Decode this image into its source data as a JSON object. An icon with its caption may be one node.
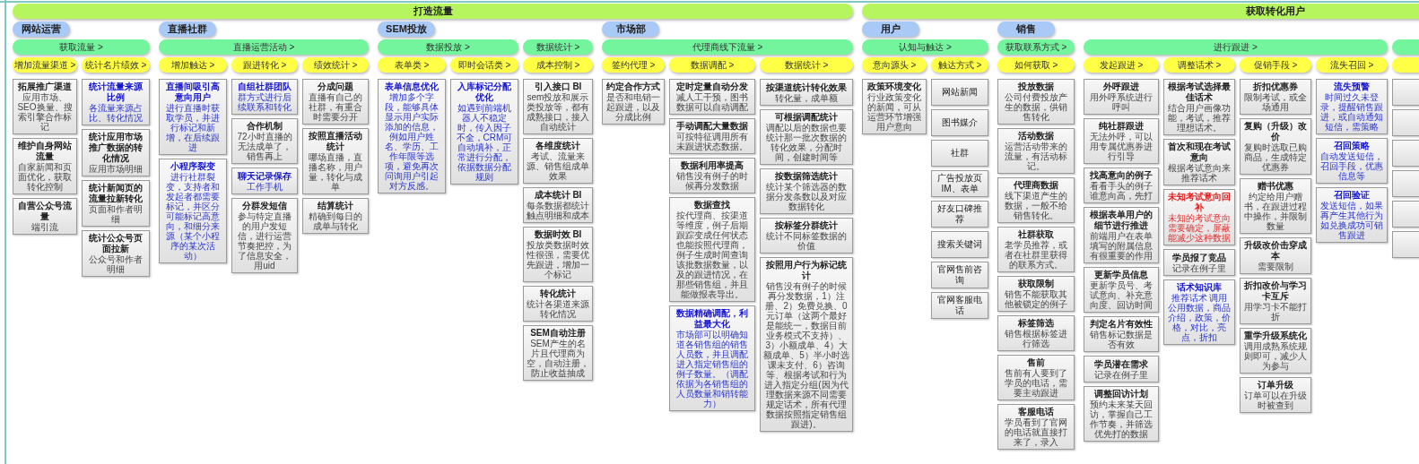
{
  "diagram": {
    "nodes": [
      {
        "text": [
          "打造流量"
        ]
      },
      {
        "text": [
          "获取转化用户"
        ]
      },
      {
        "text": [
          "网站运营"
        ]
      },
      {
        "text": [
          "直播社群"
        ]
      },
      {
        "text": [
          "SEM投放"
        ]
      },
      {
        "text": [
          "市场部"
        ]
      },
      {
        "text": [
          "用户"
        ]
      },
      {
        "text": [
          "销售"
        ]
      },
      {
        "text": [
          "获取流量 >"
        ]
      },
      {
        "text": [
          "直播运营活动 >"
        ]
      },
      {
        "text": [
          "数据投放 >"
        ]
      },
      {
        "text": [
          "数据统计 >"
        ]
      },
      {
        "text": [
          "代理商线下流量 >"
        ]
      },
      {
        "text": [
          "认知与触达 >"
        ]
      },
      {
        "text": [
          "获取联系方式 >"
        ]
      },
      {
        "text": [
          "进行跟进 >"
        ]
      },
      {
        "text": [],
        "shape": "box"
      },
      {
        "text": [
          "增加流量渠道 >"
        ]
      },
      {
        "text": [
          "统计名片绩效 >"
        ]
      },
      {
        "text": [
          "增加触达 >"
        ]
      },
      {
        "text": [
          "跟进转化 >"
        ]
      },
      {
        "text": [
          "绩效统计 >"
        ]
      },
      {
        "text": [
          "表单类 >"
        ]
      },
      {
        "text": [
          "即时会话类 >"
        ]
      },
      {
        "text": [
          "成本控制 >"
        ]
      },
      {
        "text": [
          "签约代理 >"
        ]
      },
      {
        "text": [
          "数据调配 >"
        ]
      },
      {
        "text": [
          "数据统计 >"
        ]
      },
      {
        "text": [
          "意向源头 >"
        ]
      },
      {
        "text": [
          "触达方式 >"
        ]
      },
      {
        "text": [
          "如何获取 >"
        ]
      },
      {
        "text": [
          "发起跟进 >"
        ]
      },
      {
        "text": [
          "调整话术 >"
        ]
      },
      {
        "text": [
          "促销手段 >"
        ]
      },
      {
        "text": [
          "流失召回 >"
        ]
      },
      {
        "text": [],
        "shape": "box"
      },
      {
        "text": [
          "拓展推广渠道",
          "应用市场、SEO换量、搜索引擎合作标记"
        ]
      },
      {
        "text": [
          "维护自身网站流量",
          "自家新闻和页面优化，获取转化控制"
        ]
      },
      {
        "text": [
          "自营公众号流量",
          "端引流"
        ]
      },
      {
        "text": [
          "统计流量来源比例",
          "各流量来源占比、转化情况"
        ]
      },
      {
        "text": [
          "统计应用市场推广数据的转化情况",
          "应用市场明细"
        ]
      },
      {
        "text": [
          "统计新闻页的流量拉新转化",
          "页面和作者明细"
        ]
      },
      {
        "text": [
          "统计公众号页面拉新",
          "公众号和作者明细"
        ]
      },
      {
        "text": [
          "直播间吸引高意向用户",
          "进行直播时获取学员，并进行标记和新增，在后续跟进"
        ]
      },
      {
        "text": [
          "小程序裂变",
          "进行社群裂变，支持者和发起者都需要标记，并区分可能标记高意向，和细分来源（某个小程序的某次活动）"
        ]
      },
      {
        "text": [
          "自组社群团队",
          "群方式进行后续联系和转化"
        ]
      },
      {
        "text": [
          "合作机制",
          "72小时直播的无法成单了，销售再上"
        ]
      },
      {
        "text": [
          "聊天记录保存",
          "工作手机"
        ]
      },
      {
        "text": [
          "分群发短信",
          "参与特定直播的用户发短信，进行运营节奏把控，为了信息安全，用uid"
        ]
      },
      {
        "text": [
          "分成问题",
          "直播有自己的社群，有重合时需要分开"
        ]
      },
      {
        "text": [
          "按照直播活动统计",
          "哪场直播，直播名称，用户量，转化与成单"
        ]
      },
      {
        "text": [
          "结算统计",
          "精确到每日的成单与转化"
        ]
      },
      {
        "text": [
          "表单信息优化",
          "增加多个字段，能够具体显示用户实际添加的信息，例如用户姓名、学历、工作年限等选项，避免再次问询用户引起对方反感。"
        ]
      },
      {
        "text": [
          "入库标记分配优化",
          "如遇到前端机器人不稳定时，传入因子不全，CRM可自动填补，正常进行分配，依据数据分配规则"
        ]
      },
      {
        "text": [
          "引入接口 BI",
          "sem投放和展示类投放等，都有成熟接口，接入自动统计"
        ]
      },
      {
        "text": [
          "各维度统计",
          "考试、流量来源、销售组成单效果"
        ]
      },
      {
        "text": [
          "成本统计 BI",
          "每条数据都统计触点明细和成本"
        ]
      },
      {
        "text": [
          "数据时效 BI",
          "投放类数据时效性很强，需要优先跟进，增加一个标记"
        ]
      },
      {
        "text": [
          "转化统计",
          "统计各渠道来源转化情况"
        ]
      },
      {
        "text": [
          "SEM自动注册",
          "SEM产生的名片且代理商为空，自动注册，防止收益抽成"
        ]
      },
      {
        "text": [
          "约定合作方式",
          "是否和电销一起跟进，以及分成比例"
        ]
      },
      {
        "text": [
          "定时定量自动分发",
          "减人工干预，图书数据可以自动调配"
        ]
      },
      {
        "text": [
          "手动调配大量数据",
          "可按特征调用所有未跟进状态数据。"
        ]
      },
      {
        "text": [
          "数据利用率提高",
          "销售没有例子的时候再分发数据"
        ]
      },
      {
        "text": [
          "数据查找",
          "按代理商、按渠道等维度，例子后期跟踪变成任何状态也能按照代理商，例子生成时间查询该批数据数量，以及的跟进情况，在那些销售组，并且能做报表导出。"
        ]
      },
      {
        "text": [
          "数据精确调配，利益最大化",
          "市场部可以明确知道各销售组的销售人员数，并且调配进入指定销售组的例子数量。（调配依据为各销售组的人员数量和销转能力）"
        ]
      },
      {
        "text": [
          "按渠道统计转化效果",
          "转化量，成单额"
        ]
      },
      {
        "text": [
          "可根据调配统计",
          "调配以后的数据也要统计那一批次数据的转化效果，分配时间，创建时间等"
        ]
      },
      {
        "text": [
          "按数据筛选统计",
          "统计某个筛选器的数据分发条数以及对应数据转化"
        ]
      },
      {
        "text": [
          "按标签分群统计",
          "统计不同标签数据的价值"
        ]
      },
      {
        "text": [
          "按照用户行为标记统计",
          "销售没有例子的时候再分发数据，1）注册、2）免费兑换、0元订单（这两个最好是能统一，数据目前业务模式不支持）、3）小额成单、4）大额成单、5）半小时选课未支付、6）咨询等、根据考试和行为进入指定分组(因为代理数据来源不同需要规定话术，所有代理数据按照指定销售组跟进)。"
        ]
      },
      {
        "text": [
          "政策环境变化",
          "行业政策变化的新闻，可从运营环节增强用户意向"
        ]
      },
      {
        "text": [
          "网站新闻"
        ]
      },
      {
        "text": [
          "图书媒介"
        ]
      },
      {
        "text": [
          "社群"
        ]
      },
      {
        "text": [
          "广告投放页 IM、表单"
        ]
      },
      {
        "text": [
          "好友口碑推荐"
        ]
      },
      {
        "text": [
          "搜索关键词"
        ]
      },
      {
        "text": [
          "官网售前咨询"
        ]
      },
      {
        "text": [
          "官网客服电话"
        ]
      },
      {
        "text": [
          "投放数据",
          "公司付费投放产生的数据，供销售转化"
        ]
      },
      {
        "text": [
          "活动数据",
          "运营活动带来的流量，有活动标记。"
        ]
      },
      {
        "text": [
          "代理商数据",
          "线下渠道产生的数据，一般不给销售转化。"
        ]
      },
      {
        "text": [
          "社群获取",
          "老学员推荐，或者在社群里获得的联系方式。"
        ]
      },
      {
        "text": [
          "获取限制",
          "销售不能获取其他被锁定的例子"
        ]
      },
      {
        "text": [
          "标签筛选",
          "销售根据标签进行筛选"
        ]
      },
      {
        "text": [
          "售前",
          "售前有人要到了学员的电话，需要主动跟进"
        ]
      },
      {
        "text": [
          "客服电话",
          "学员看到了官网的电话就直接打来了，录入"
        ]
      },
      {
        "text": [
          "外呼跟进",
          "用外呼系统进行呼叫"
        ]
      },
      {
        "text": [
          "纯社群跟进",
          "无法外呼，可以用专属优惠券进行引导"
        ]
      },
      {
        "text": [
          "找高意向的例子",
          "看看手头的例子谁意向高，先打"
        ]
      },
      {
        "text": [
          "根据表单用户的细节进行推进",
          "前端用户在表单填写的附属信息有很重要的作用"
        ]
      },
      {
        "text": [
          "更新学员信息",
          "更新学员号、考试意向、补充意向度、回访时间"
        ]
      },
      {
        "text": [
          "判定名片有效性",
          "销售标记数据是否有效"
        ]
      },
      {
        "text": [
          "学员潜在需求",
          "记录在例子里"
        ]
      },
      {
        "text": [
          "调整回访计划",
          "预约未来某天回访，掌握自己工作节奏，并筛选优先打的数据"
        ]
      },
      {
        "text": [
          "根据考试选择最佳话术",
          "结合用户画像功能，考试，推荐理想话术。"
        ]
      },
      {
        "text": [
          "首次和现在考试意向",
          "根据考试意向来推荐话术"
        ]
      },
      {
        "text": [
          "未知考试意向回补",
          "未知的考试意向需要确定，屏蔽能减少这种数据"
        ]
      },
      {
        "text": [
          "学员报了竞品",
          "记录在例子里"
        ]
      },
      {
        "text": [
          "话术知识库",
          "推荐话术 调用公用数据，商品介绍，政策，价格，对比，亮点，折扣"
        ]
      },
      {
        "text": [
          "折扣优惠券",
          "限制考试，或全场通用"
        ]
      },
      {
        "text": [
          "复购（升级）改价",
          "复购时选取已购商品，生成特定优惠券"
        ]
      },
      {
        "text": [
          "赠书优惠",
          "约定给用户赠书，在跟进过程中操作，并限制数量"
        ]
      },
      {
        "text": [
          "升级改价击穿成本",
          "需要限制"
        ]
      },
      {
        "text": [
          "折扣改价与学习卡互斥",
          "用学习卡不能打折"
        ]
      },
      {
        "text": [
          "重学升级系统化",
          "调用成熟系统规则即可，减少人为参与"
        ]
      },
      {
        "text": [
          "订单升级",
          "订单可以在升级时被查到"
        ]
      },
      {
        "text": [
          "流失预警",
          "时间过久未登录，提醒销售跟进，或自动通知短信，需策略"
        ]
      },
      {
        "text": [
          "召回策略",
          "自动发送短信，召回手段，优惠信息等"
        ]
      },
      {
        "text": [
          "召回验证",
          "发送短信，如果再产生其他行为如兑换成功可销售跟进"
        ]
      },
      {
        "text": [],
        "shape": "box"
      },
      {
        "text": [],
        "shape": "box"
      },
      {
        "text": [],
        "shape": "box"
      },
      {
        "text": [],
        "shape": "box"
      },
      {
        "text": [],
        "shape": "box"
      },
      {
        "text": [],
        "shape": "box"
      }
    ]
  }
}
